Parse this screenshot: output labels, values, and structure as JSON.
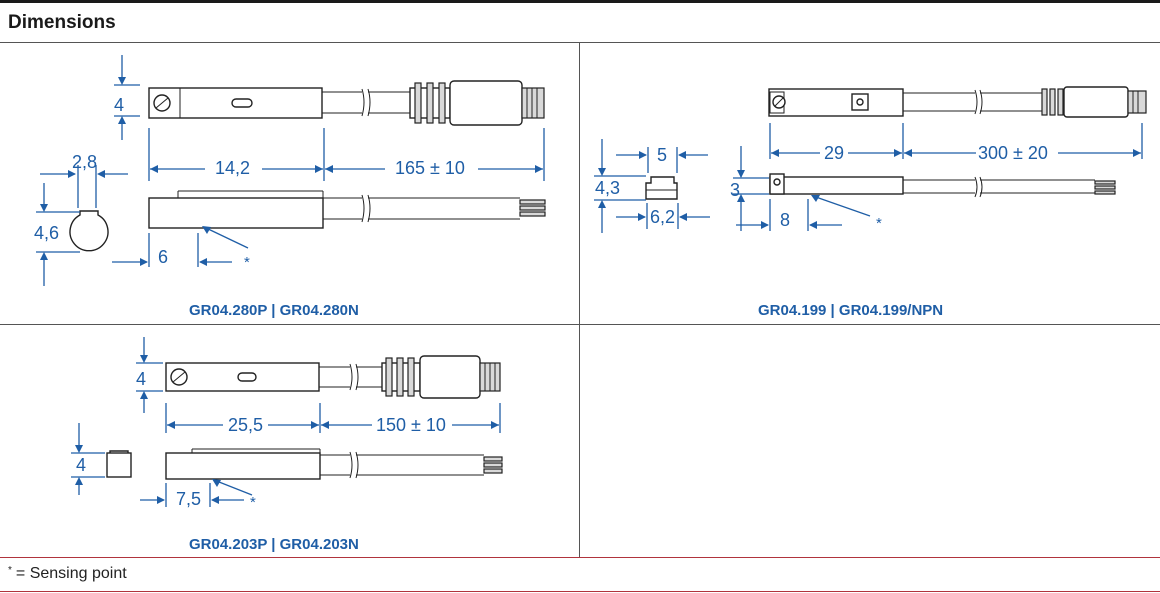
{
  "header": {
    "title": "Dimensions"
  },
  "accent_color": "#1f5ea6",
  "panels": {
    "p280": {
      "caption": "GR04.280P  |  GR04.280N",
      "dims": {
        "h": "4",
        "w28": "2,8",
        "len": "14,2",
        "cable": "165 ± 10",
        "d46": "4,6",
        "off": "6",
        "star": "*"
      }
    },
    "p199": {
      "caption": "GR04.199  |  GR04.199/NPN",
      "dims": {
        "w5": "5",
        "h43": "4,3",
        "w62": "6,2",
        "len": "29",
        "cable": "300 ± 20",
        "h3": "3",
        "off": "8",
        "star": "*"
      }
    },
    "p203": {
      "caption": "GR04.203P  |  GR04.203N",
      "dims": {
        "h": "4",
        "len": "25,5",
        "cable": "150 ± 10",
        "h4b": "4",
        "off": "7,5",
        "star": "*"
      }
    }
  },
  "footnote": {
    "mark": "*",
    "text": "= Sensing point"
  }
}
